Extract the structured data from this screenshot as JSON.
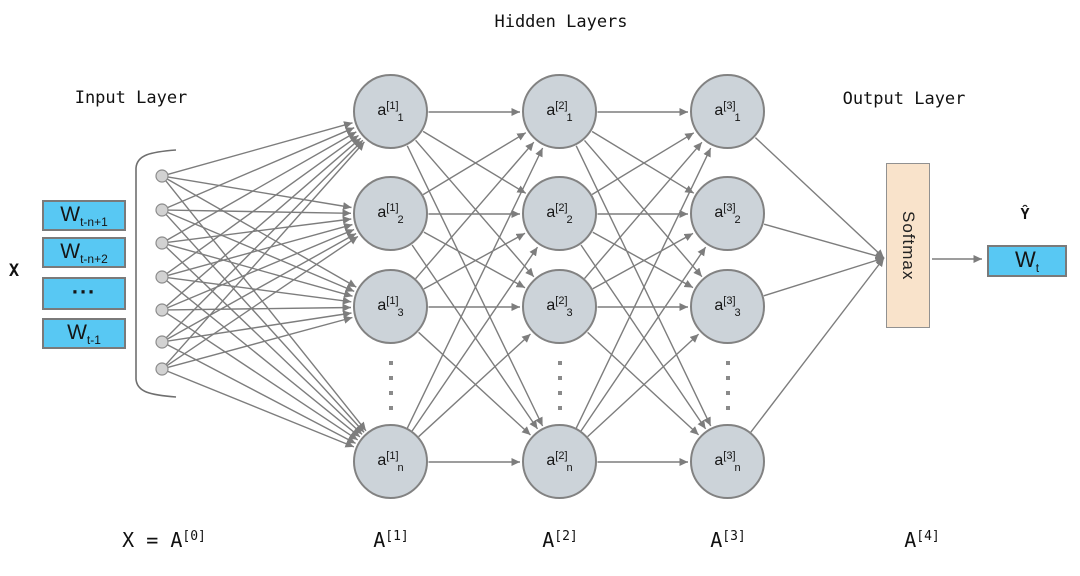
{
  "colors": {
    "box_blue": "#58C8F3",
    "node_fill": "#CCD3D9",
    "softmax_fill": "#F9E3CB",
    "edge": "#7D7D7D",
    "text": "#111111"
  },
  "title": "Hidden Layers",
  "labels": {
    "input_layer": "Input Layer",
    "output_layer": "Output Layer",
    "x": "X",
    "y_hat": "Ŷ",
    "softmax": "Softmax"
  },
  "input_boxes": [
    {
      "base": "W",
      "sub": "t-n+1"
    },
    {
      "base": "W",
      "sub": "t-n+2"
    },
    {
      "base": "...",
      "sub": ""
    },
    {
      "base": "W",
      "sub": "t-1"
    }
  ],
  "output_box": {
    "base": "W",
    "sub": "t"
  },
  "node_base": "a",
  "hidden_layers": [
    {
      "sup": "[1]",
      "units": [
        "1",
        "2",
        "3",
        "n"
      ]
    },
    {
      "sup": "[2]",
      "units": [
        "1",
        "2",
        "3",
        "n"
      ]
    },
    {
      "sup": "[3]",
      "units": [
        "1",
        "2",
        "3",
        "n"
      ]
    }
  ],
  "input_unit_count": 7,
  "bottom_labels": [
    {
      "prefix": "X = A",
      "sup": "[0]"
    },
    {
      "prefix": "A",
      "sup": "[1]"
    },
    {
      "prefix": "A",
      "sup": "[2]"
    },
    {
      "prefix": "A",
      "sup": "[3]"
    },
    {
      "prefix": "A",
      "sup": "[4]"
    }
  ]
}
